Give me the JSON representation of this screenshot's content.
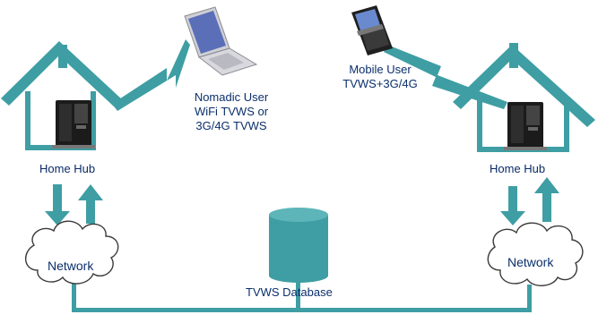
{
  "labels": {
    "nomadic_user": [
      "Nomadic User",
      "WiFi TVWS or",
      "3G/4G TVWS"
    ],
    "mobile_user": [
      "Mobile User",
      "TVWS+3G/4G"
    ],
    "home_hub_left": "Home Hub",
    "home_hub_right": "Home Hub",
    "network_left": "Network",
    "network_right": "Network",
    "database": "TVWS Database"
  },
  "colors": {
    "teal": "#3e9ea3",
    "label_blue": "#0b2f6b"
  },
  "icons": [
    "house-outline",
    "home-hub-device",
    "laptop",
    "mobile-phone",
    "lightning-bolt",
    "arrow-down",
    "arrow-up",
    "cloud",
    "database-cylinder"
  ]
}
